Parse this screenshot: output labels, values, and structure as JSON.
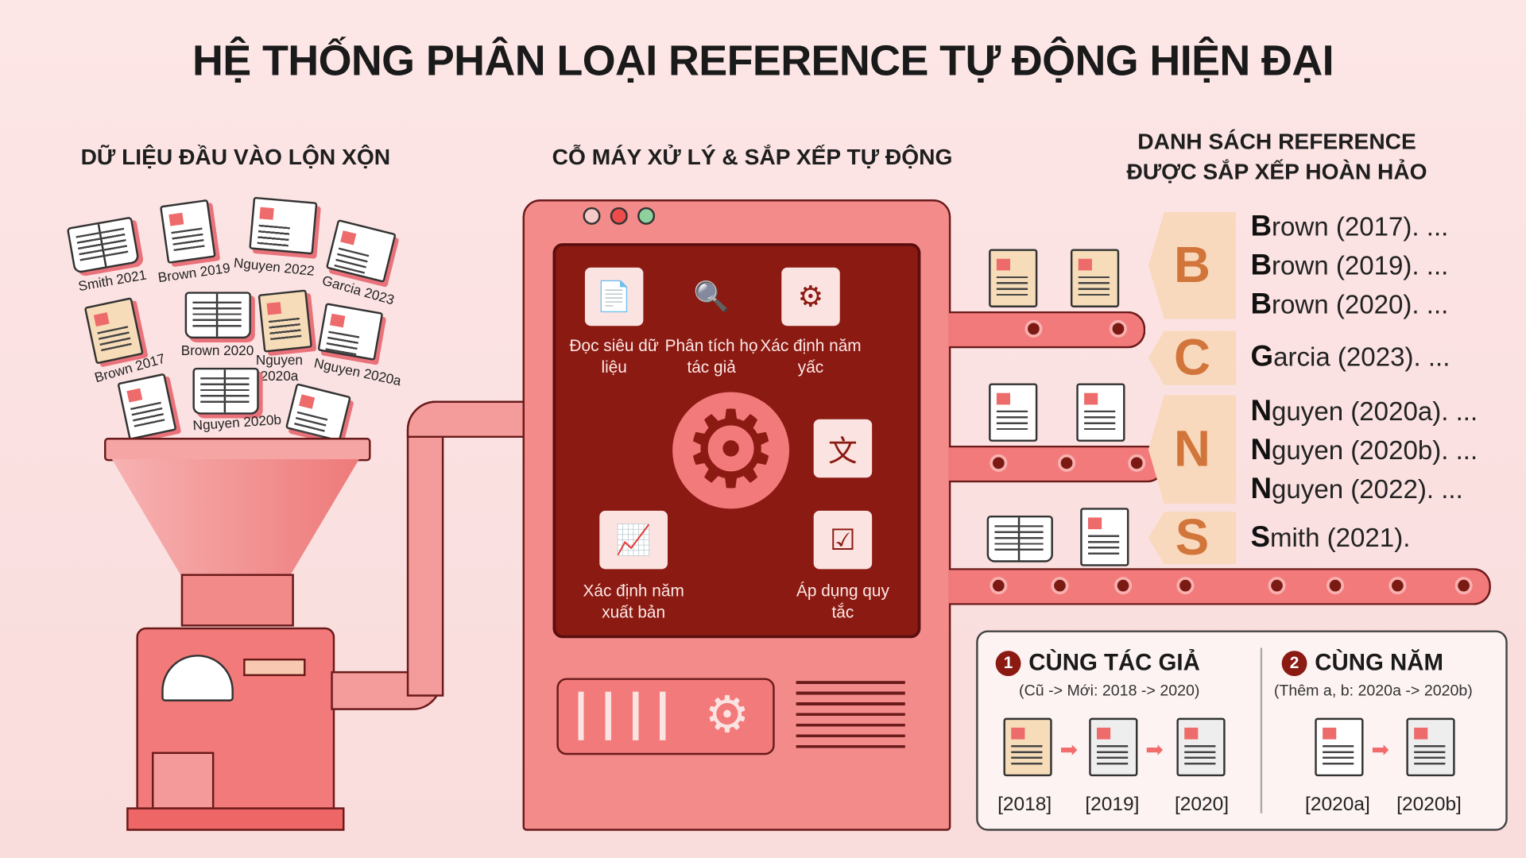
{
  "title": "HỆ THỐNG PHÂN LOẠI REFERENCE TỰ ĐỘNG HIỆN ĐẠI",
  "input": {
    "heading": "DỮ LIỆU ĐẦU VÀO LỘN XỘN",
    "items": [
      "Smith 2021",
      "Brown 2019",
      "Nguyen 2022",
      "Garcia 2023",
      "Brown 2017",
      "Brown 2020",
      "Nguyen 2020a",
      "Nguyen 2020a",
      "Nguyen 2020b"
    ]
  },
  "machine": {
    "heading": "CỖ MÁY XỬ LÝ & SẮP XẾP TỰ ĐỘNG",
    "steps": [
      "Đọc siêu dữ liệu",
      "Phân tích họ tác giả",
      "Xác định năm yấc",
      "Áp dụng quy tắc",
      "Xác định năm xuất bản"
    ]
  },
  "output": {
    "heading_line1": "DANH SÁCH REFERENCE",
    "heading_line2": "ĐƯỢC SẮP XẾP HOÀN HẢO",
    "groups": [
      {
        "letter": "B",
        "refs": [
          {
            "initial": "B",
            "rest": "rown (2017). ..."
          },
          {
            "initial": "B",
            "rest": "rown (2019). ..."
          },
          {
            "initial": "B",
            "rest": "rown (2020). ..."
          }
        ]
      },
      {
        "letter": "C",
        "refs": [
          {
            "initial": "G",
            "rest": "arcia (2023). ..."
          }
        ]
      },
      {
        "letter": "N",
        "refs": [
          {
            "initial": "N",
            "rest": "guyen (2020a). ..."
          },
          {
            "initial": "N",
            "rest": "guyen (2020b). ..."
          },
          {
            "initial": "N",
            "rest": "guyen (2022). ..."
          }
        ]
      },
      {
        "letter": "S",
        "refs": [
          {
            "initial": "S",
            "rest": "mith (2021)."
          }
        ]
      }
    ]
  },
  "rules": {
    "rule1": {
      "number": "1",
      "title": "CÙNG TÁC GIẢ",
      "subtitle": "(Cũ -> Mới: 2018 -> 2020)",
      "years": [
        "[2018]",
        "[2019]",
        "[2020]"
      ]
    },
    "rule2": {
      "number": "2",
      "title": "CÙNG NĂM",
      "subtitle": "(Thêm a, b: 2020a -> 2020b)",
      "years": [
        "[2020a]",
        "[2020b]"
      ]
    }
  },
  "colors": {
    "accent": "#f27a7a",
    "dark": "#8b1a12",
    "peach": "#f8d9bd",
    "letter": "#d2753a"
  }
}
